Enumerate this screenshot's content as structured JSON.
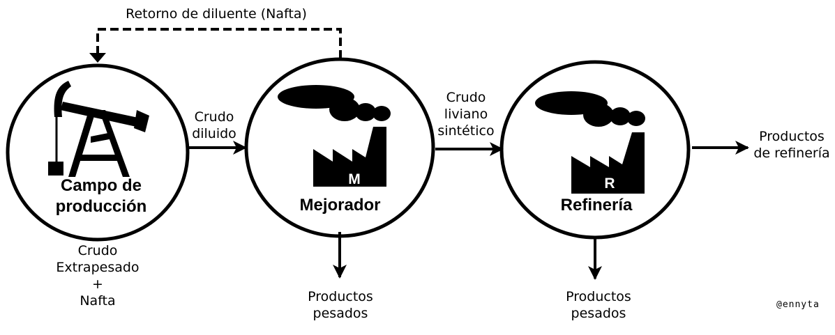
{
  "return_label": "Retorno de diluente (Nafta)",
  "nodes": {
    "campo": {
      "title_line1": "Campo de",
      "title_line2": "producción",
      "input_line1": "Crudo",
      "input_line2": "Extrapesado",
      "input_line3": "+",
      "input_line4": "Nafta"
    },
    "mejorador": {
      "title": "Mejorador",
      "factory_letter": "M",
      "output_line1": "Productos",
      "output_line2": "pesados"
    },
    "refineria": {
      "title": "Refinería",
      "factory_letter": "R",
      "output_line1": "Productos",
      "output_line2": "pesados",
      "final_line1": "Productos",
      "final_line2": "de refinería"
    }
  },
  "flows": {
    "diluted_line1": "Crudo",
    "diluted_line2": "diluido",
    "synthetic_line1": "Crudo",
    "synthetic_line2": "liviano",
    "synthetic_line3": "sintético"
  },
  "signature": "@ennyta",
  "icons": [
    "pumpjack-icon",
    "factory-icon",
    "smoke-cloud-icon"
  ],
  "colors": {
    "ink": "#000000",
    "background": "#ffffff"
  }
}
